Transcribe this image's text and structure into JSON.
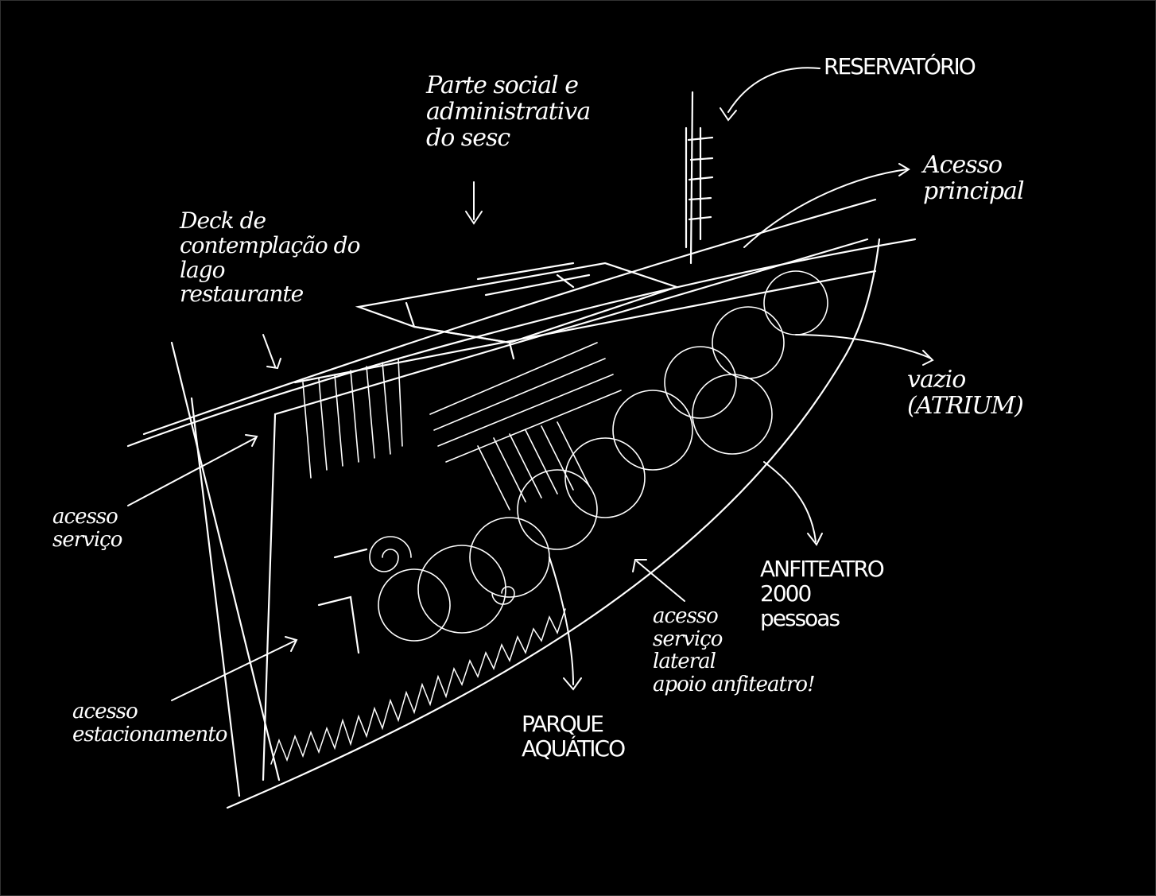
{
  "labels": {
    "reservatorio": "RESERVATÓRIO",
    "parte_social": "Parte social e\nadministrativa\ndo sesc",
    "acesso_principal": "Acesso\nprincipal",
    "deck": "Deck de\ncontemplação do\nlago\nrestaurante",
    "vazio": "vazio\n(ATRIUM)",
    "acesso_servico": "acesso\nserviço",
    "anfiteatro": "ANFITEATRO\n2000\npessoas",
    "acesso_servico_lateral": "acesso\nserviço\nlateral\napoio anfiteatro!",
    "acesso_estacionamento": "acesso\nestacionamento",
    "parque_aquatico": "PARQUE\nAQUÁTICO"
  },
  "colors": {
    "background": "#000000",
    "ink": "#ffffff"
  }
}
